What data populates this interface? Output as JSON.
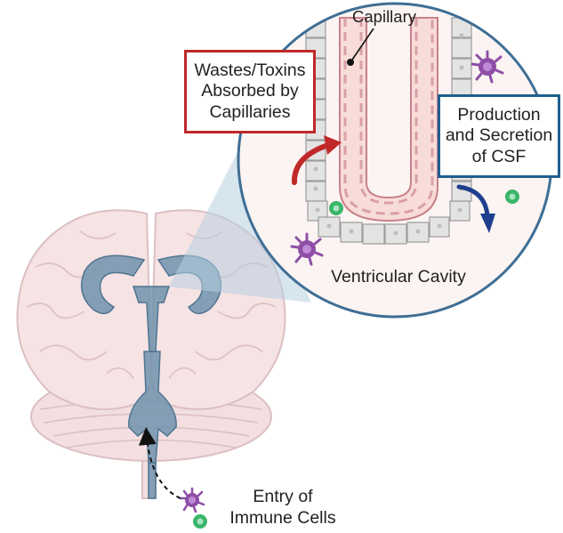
{
  "labels": {
    "capillary": "Capillary",
    "wastes": [
      "Wastes/Toxins",
      "Absorbed by",
      "Capillaries"
    ],
    "production": [
      "Production",
      "and Secretion",
      "of CSF"
    ],
    "ventricular_cavity": "Ventricular Cavity",
    "entry": [
      "Entry of",
      "Immune Cells"
    ]
  },
  "colors": {
    "brain_fill": "#f6e3e4",
    "brain_outline": "#dcbfc3",
    "ventricle": "#6f93ad",
    "zoom_circle_fill": "#fbf4f2",
    "zoom_circle_stroke": "#3f6e95",
    "capillary_fill": "#f8dcd8",
    "capillary_stroke": "#c9808a",
    "cell_fill": "#e3e3e3",
    "red_box": "#c0282a",
    "blue_box": "#1f5f8d",
    "immune_purple": "#8e4ea6",
    "immune_green": "#39b56a"
  },
  "icons": [
    "macrophage-icon",
    "immune-cell-green-icon",
    "red-arrow-icon",
    "blue-arrow-icon",
    "dashed-arrow-icon"
  ]
}
